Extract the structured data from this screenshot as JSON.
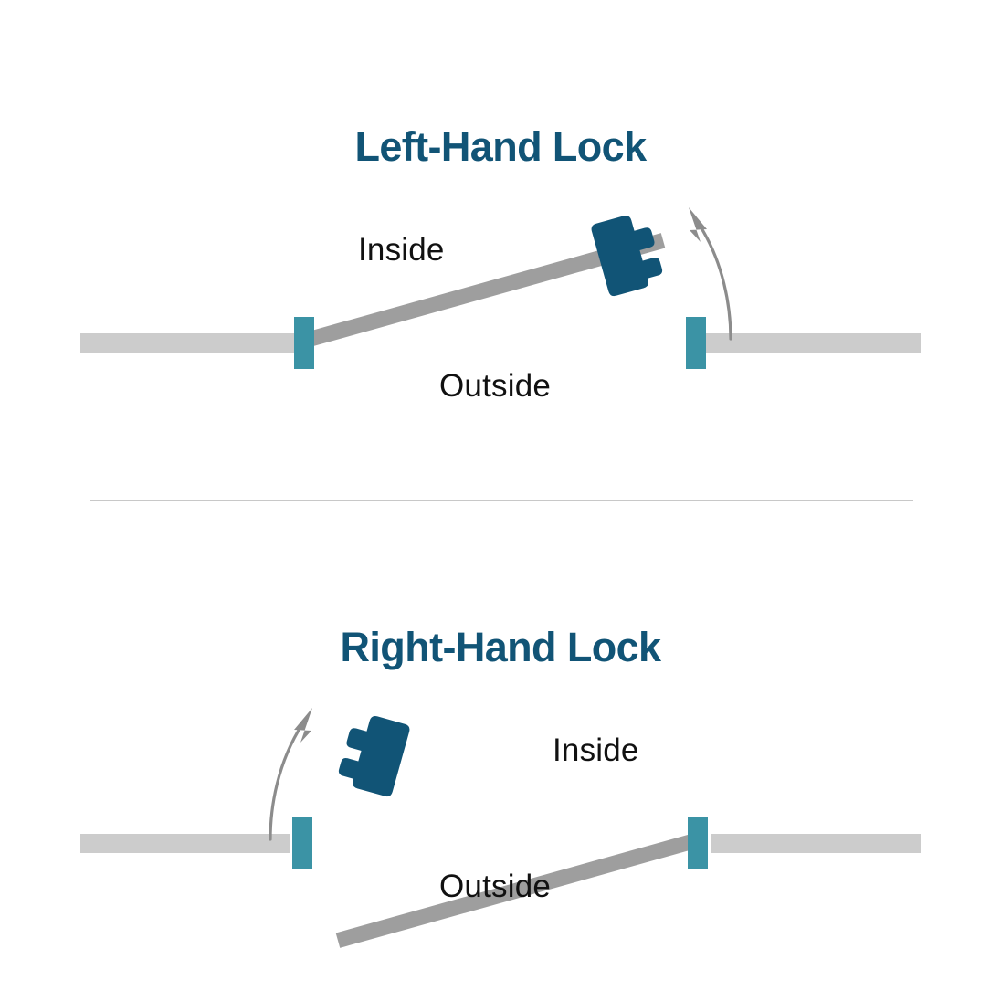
{
  "document": {
    "kind": "door-handing-diagram",
    "background_color": "#ffffff"
  },
  "colors": {
    "title_blue": "#115476",
    "lock_blue": "#115476",
    "jamb_teal": "#3b93a5",
    "wall_gray": "#cccccc",
    "door_gray": "#9e9e9e",
    "arrow_gray": "#8c8c8c",
    "divider_gray": "#c8c8c8",
    "label_black": "#111111"
  },
  "diagrams": [
    {
      "id": "left-hand-lock",
      "title": "Left-Hand Lock",
      "labels": {
        "inside": "Inside",
        "outside": "Outside"
      },
      "icons": {
        "lock": "lock-body-icon",
        "swing": "swing-direction-arrow-icon",
        "hinge_left": "door-jamb-icon",
        "hinge_right": "door-jamb-icon"
      },
      "geometry": {
        "door_angle_deg": -15.6,
        "hinge_side": "left",
        "swing": "inward-left",
        "lock_position": "right"
      }
    },
    {
      "id": "right-hand-lock",
      "title": "Right-Hand Lock",
      "labels": {
        "inside": "Inside",
        "outside": "Outside"
      },
      "icons": {
        "lock": "lock-body-icon",
        "swing": "swing-direction-arrow-icon",
        "hinge_left": "door-jamb-icon",
        "hinge_right": "door-jamb-icon"
      },
      "geometry": {
        "door_angle_deg": 15.6,
        "hinge_side": "right",
        "swing": "inward-right",
        "lock_position": "left"
      }
    }
  ]
}
